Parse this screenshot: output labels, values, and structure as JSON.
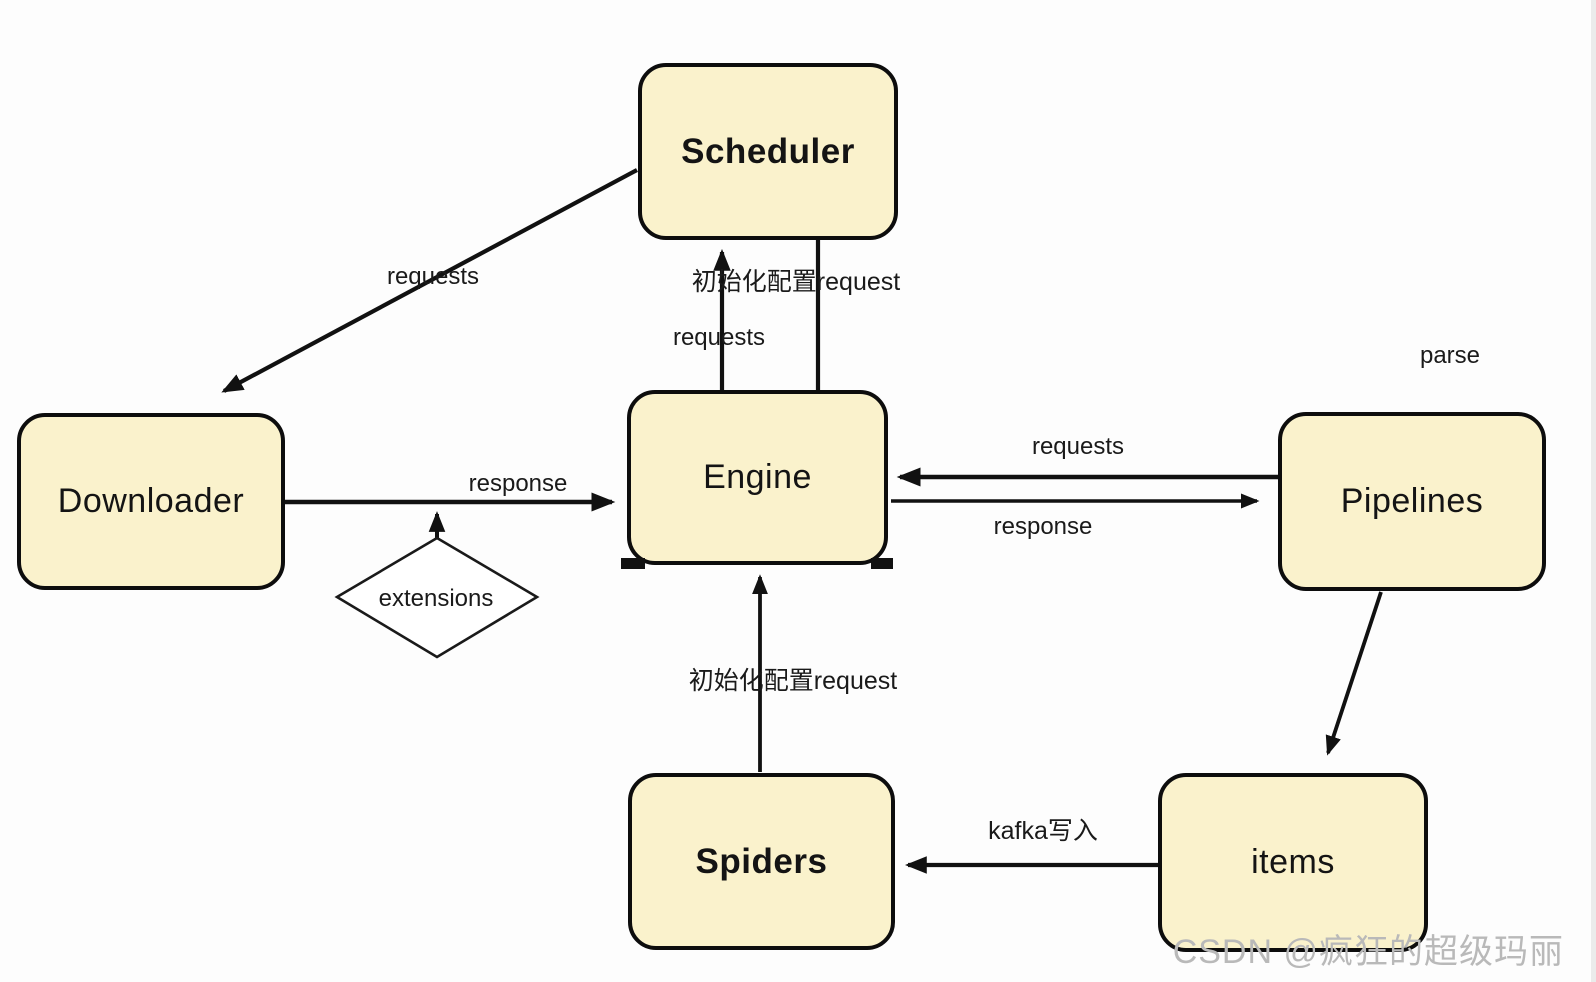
{
  "diagram": {
    "nodes": {
      "scheduler": {
        "label": "Scheduler"
      },
      "downloader": {
        "label": "Downloader"
      },
      "engine": {
        "label": "Engine"
      },
      "pipelines": {
        "label": "Pipelines"
      },
      "spiders": {
        "label": "Spiders"
      },
      "items": {
        "label": "items"
      },
      "extensions": {
        "label": "extensions"
      }
    },
    "edge_labels": {
      "scheduler_to_downloader": "requests",
      "scheduler_engine_init": "初始化配置request",
      "engine_to_scheduler": "requests",
      "downloader_to_engine": "response",
      "pipelines_to_engine": "requests",
      "engine_to_pipelines": "response",
      "pipelines_parse": "parse",
      "spiders_to_engine_init": "初始化配置request",
      "items_to_spiders": "kafka写入"
    },
    "colors": {
      "node_fill": "#faf2cc",
      "node_border": "#0d0d0d",
      "line": "#111111",
      "watermark": "#b9b9b9"
    }
  },
  "watermark": {
    "text": "CSDN @疯狂的超级玛丽"
  }
}
